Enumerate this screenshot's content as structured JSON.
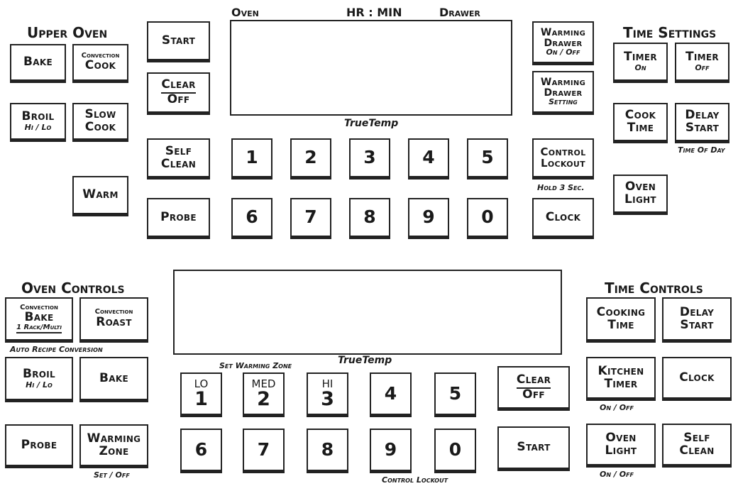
{
  "upper": {
    "upper_oven_heading": "Upper Oven",
    "time_settings_heading": "Time Settings",
    "display_labels": {
      "oven": "Oven",
      "hr_min": "HR : MIN",
      "drawer": "Drawer"
    },
    "truetemp": "TrueTemp",
    "bake": "Bake",
    "convection_cook_small": "Convection",
    "convection_cook": "Cook",
    "broil": "Broil",
    "broil_sub": "Hi / Lo",
    "slow_cook_1": "Slow",
    "slow_cook_2": "Cook",
    "warm": "Warm",
    "start": "Start",
    "clear": "Clear",
    "off": "Off",
    "self": "Self",
    "clean": "Clean",
    "probe": "Probe",
    "warming_drawer_onoff_1": "Warming",
    "warming_drawer_onoff_2": "Drawer",
    "warming_drawer_onoff_sub": "On / Off",
    "warming_drawer_setting_1": "Warming",
    "warming_drawer_setting_2": "Drawer",
    "warming_drawer_setting_sub": "Setting",
    "control_lockout_1": "Control",
    "control_lockout_2": "Lockout",
    "hold_3_sec": "Hold 3 Sec.",
    "clock": "Clock",
    "timer_on_1": "Timer",
    "timer_on_sub": "On",
    "timer_off_1": "Timer",
    "timer_off_sub": "Off",
    "cook_time_1": "Cook",
    "cook_time_2": "Time",
    "delay_start_1": "Delay",
    "delay_start_2": "Start",
    "time_of_day": "Time Of Day",
    "oven_light_1": "Oven",
    "oven_light_2": "Light",
    "digits": [
      "1",
      "2",
      "3",
      "4",
      "5",
      "6",
      "7",
      "8",
      "9",
      "0"
    ]
  },
  "lower": {
    "oven_controls_heading": "Oven Controls",
    "time_controls_heading": "Time Controls",
    "truetemp": "TrueTemp",
    "set_warming_zone": "Set Warming Zone",
    "conv_bake_small": "Convection",
    "conv_bake": "Bake",
    "conv_bake_sub": "1 Rack/Multi",
    "conv_roast_small": "Convection",
    "conv_roast": "Roast",
    "auto_recipe": "Auto Recipe Conversion",
    "broil": "Broil",
    "broil_sub": "Hi / Lo",
    "bake": "Bake",
    "probe": "Probe",
    "warming_zone_1": "Warming",
    "warming_zone_2": "Zone",
    "set_off": "Set / Off",
    "lo": "LO",
    "med": "MED",
    "hi": "HI",
    "digits": [
      "1",
      "2",
      "3",
      "4",
      "5",
      "6",
      "7",
      "8",
      "9",
      "0"
    ],
    "control_lockout": "Control Lockout",
    "clear": "Clear",
    "off": "Off",
    "start": "Start",
    "cooking_time_1": "Cooking",
    "cooking_time_2": "Time",
    "delay_start_1": "Delay",
    "delay_start_2": "Start",
    "kitchen_timer_1": "Kitchen",
    "kitchen_timer_2": "Timer",
    "on_off_1": "On / Off",
    "clock": "Clock",
    "oven_light_1": "Oven",
    "oven_light_2": "Light",
    "on_off_2": "On / Off",
    "self": "Self",
    "clean": "Clean"
  }
}
